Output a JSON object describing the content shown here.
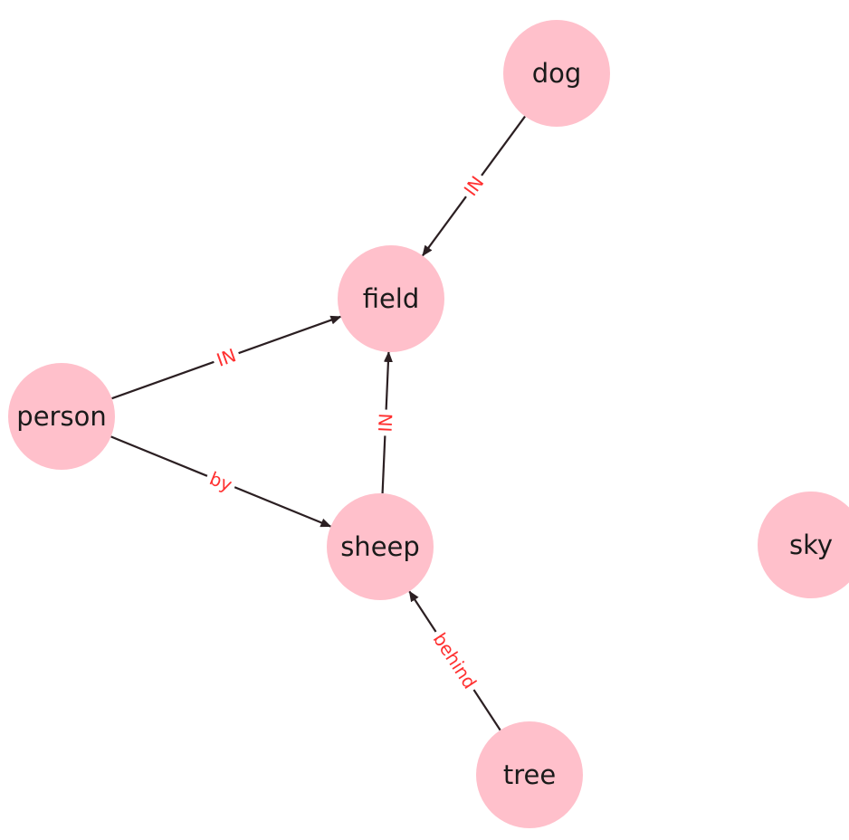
{
  "colors": {
    "node_fill": "#ffc0cb",
    "edge_color": "#2b1f22",
    "edge_label_color": "#ff3030",
    "node_text_color": "#1a1a1a"
  },
  "nodes": [
    {
      "id": "dog",
      "label": "dog"
    },
    {
      "id": "field",
      "label": "field"
    },
    {
      "id": "person",
      "label": "person"
    },
    {
      "id": "sheep",
      "label": "sheep"
    },
    {
      "id": "sky",
      "label": "sky"
    },
    {
      "id": "tree",
      "label": "tree"
    }
  ],
  "edges": [
    {
      "source": "dog",
      "target": "field",
      "label": "IN"
    },
    {
      "source": "person",
      "target": "field",
      "label": "IN"
    },
    {
      "source": "person",
      "target": "sheep",
      "label": "by"
    },
    {
      "source": "sheep",
      "target": "field",
      "label": "IN"
    },
    {
      "source": "tree",
      "target": "sheep",
      "label": "behind"
    }
  ]
}
